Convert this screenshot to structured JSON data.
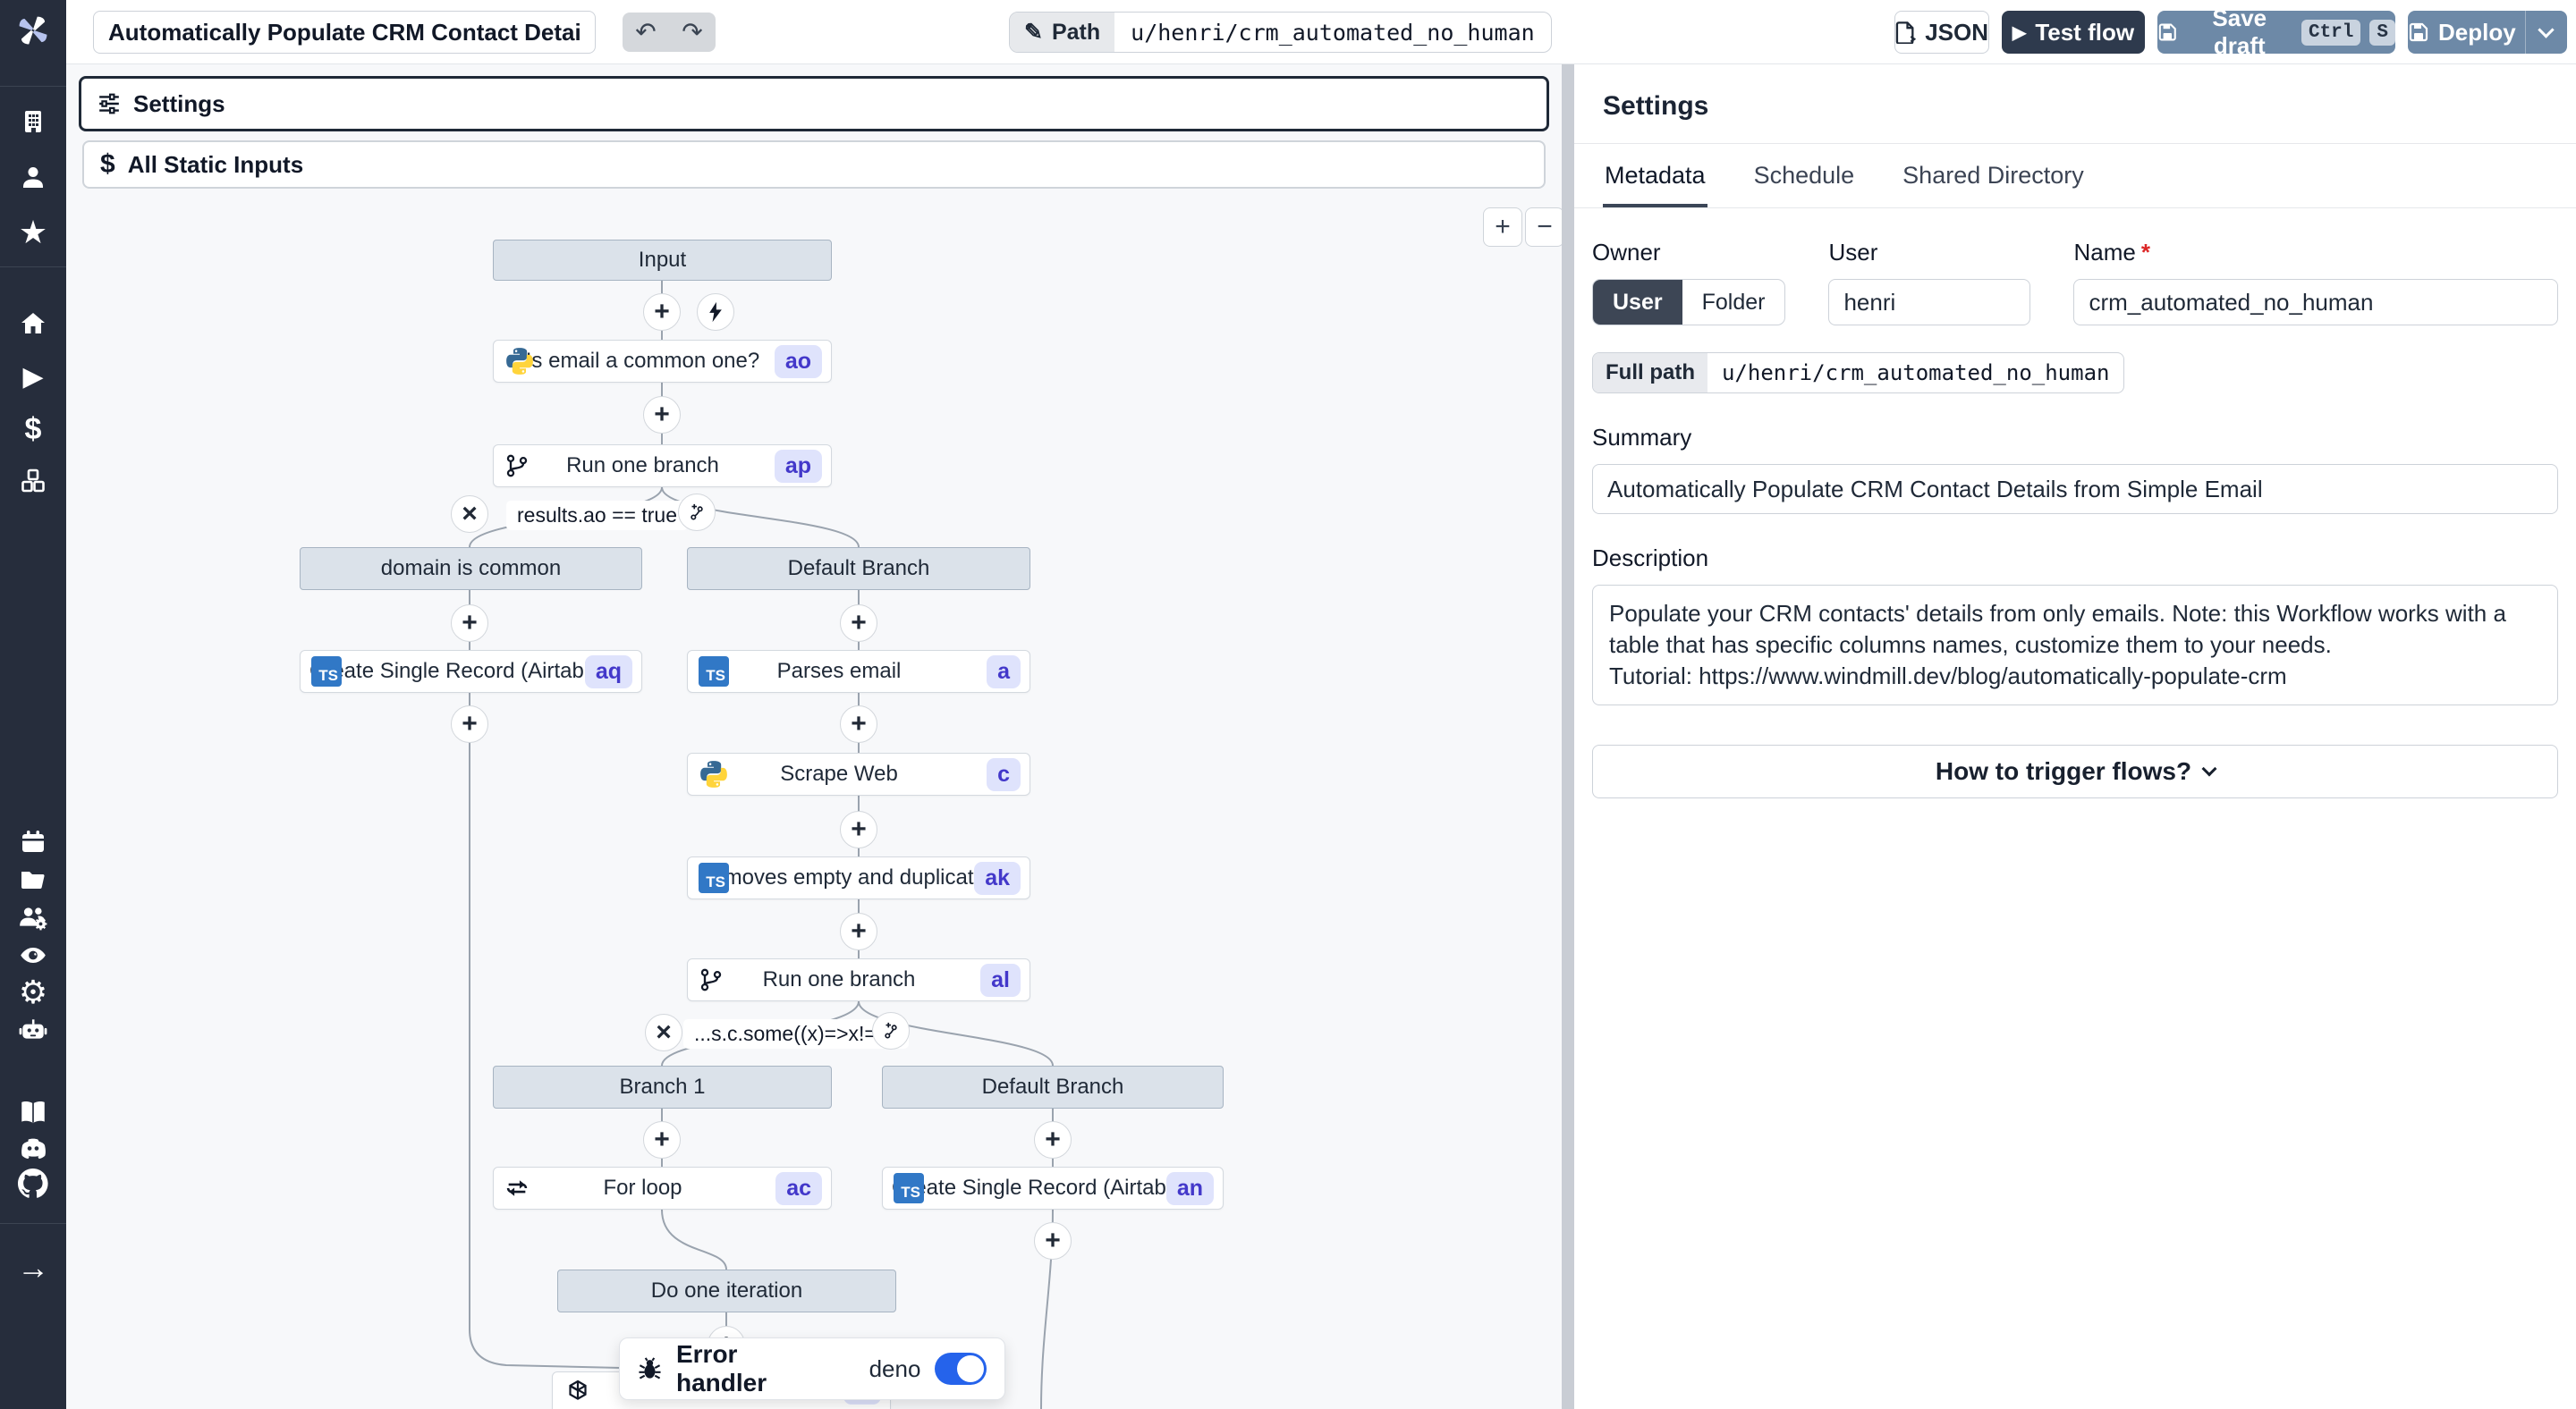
{
  "topbar": {
    "title_value": "Automatically Populate CRM Contact Details from",
    "path_label": "Path",
    "path_value": "u/henri/crm_automated_no_human",
    "json_button": "JSON",
    "test_flow": "Test flow",
    "save_draft": "Save draft",
    "kbd_ctrl": "Ctrl",
    "kbd_s": "S",
    "deploy": "Deploy"
  },
  "canvas": {
    "settings_bar": "Settings",
    "static_inputs_bar": "All Static Inputs",
    "zoom_in": "+",
    "zoom_out": "−",
    "input_node": "Input",
    "node_ao": {
      "label": "Is email a common one?",
      "badge": "ao"
    },
    "node_ap": {
      "label": "Run one branch",
      "badge": "ap"
    },
    "cond1": "results.ao == true",
    "branch1a": "domain is common",
    "branch1b": "Default Branch",
    "node_aq": {
      "label": "Create Single Record (Airtable)",
      "badge": "aq"
    },
    "node_a": {
      "label": "Parses email",
      "badge": "a"
    },
    "node_c": {
      "label": "Scrape Web",
      "badge": "c"
    },
    "node_ak": {
      "label": "Removes empty and duplicates",
      "badge": "ak"
    },
    "node_al": {
      "label": "Run one branch",
      "badge": "al"
    },
    "cond2": "...s.c.some((x)=>x!=\"\")",
    "branch2a": "Branch 1",
    "branch2b": "Default Branch",
    "node_ac": {
      "label": "For loop",
      "badge": "ac"
    },
    "node_an": {
      "label": "Create Single Record (Airtable)",
      "badge": "an"
    },
    "iteration_node": "Do one iteration",
    "error_handler": {
      "label": "Error handler",
      "runtime": "deno",
      "enabled": true
    }
  },
  "panel": {
    "title": "Settings",
    "tabs": [
      "Metadata",
      "Schedule",
      "Shared Directory"
    ],
    "owner_label": "Owner",
    "owner_user": "User",
    "owner_folder": "Folder",
    "user_label": "User",
    "user_value": "henri",
    "name_label": "Name",
    "name_required": "*",
    "name_value": "crm_automated_no_human",
    "full_path_label": "Full path",
    "full_path_value": "u/henri/crm_automated_no_human",
    "summary_label": "Summary",
    "summary_value": "Automatically Populate CRM Contact Details from Simple Email",
    "description_label": "Description",
    "description_value": "Populate your CRM contacts' details from only emails. Note: this Workflow works with a table that has specific columns names, customize them to your needs.\nTutorial: https://www.windmill.dev/blog/automatically-populate-crm",
    "trigger_label": "How to trigger flows?"
  },
  "icons": {
    "plus": "+",
    "x": "×",
    "undo": "↶",
    "redo": "↷",
    "pencil": "✎",
    "star": "★",
    "play": "▶",
    "dollar": "$",
    "gear": "⚙",
    "arrow_right": "→"
  },
  "colors": {
    "sidebar": "#262d3c",
    "accent_button": "#6d89a7",
    "dark_button": "#2e3a4d",
    "badge_bg": "#dfe3fc",
    "badge_text": "#4338ca",
    "toggle_on": "#2563eb",
    "ts_blue": "#3178c6",
    "canvas_bg": "#f7f8fa"
  }
}
